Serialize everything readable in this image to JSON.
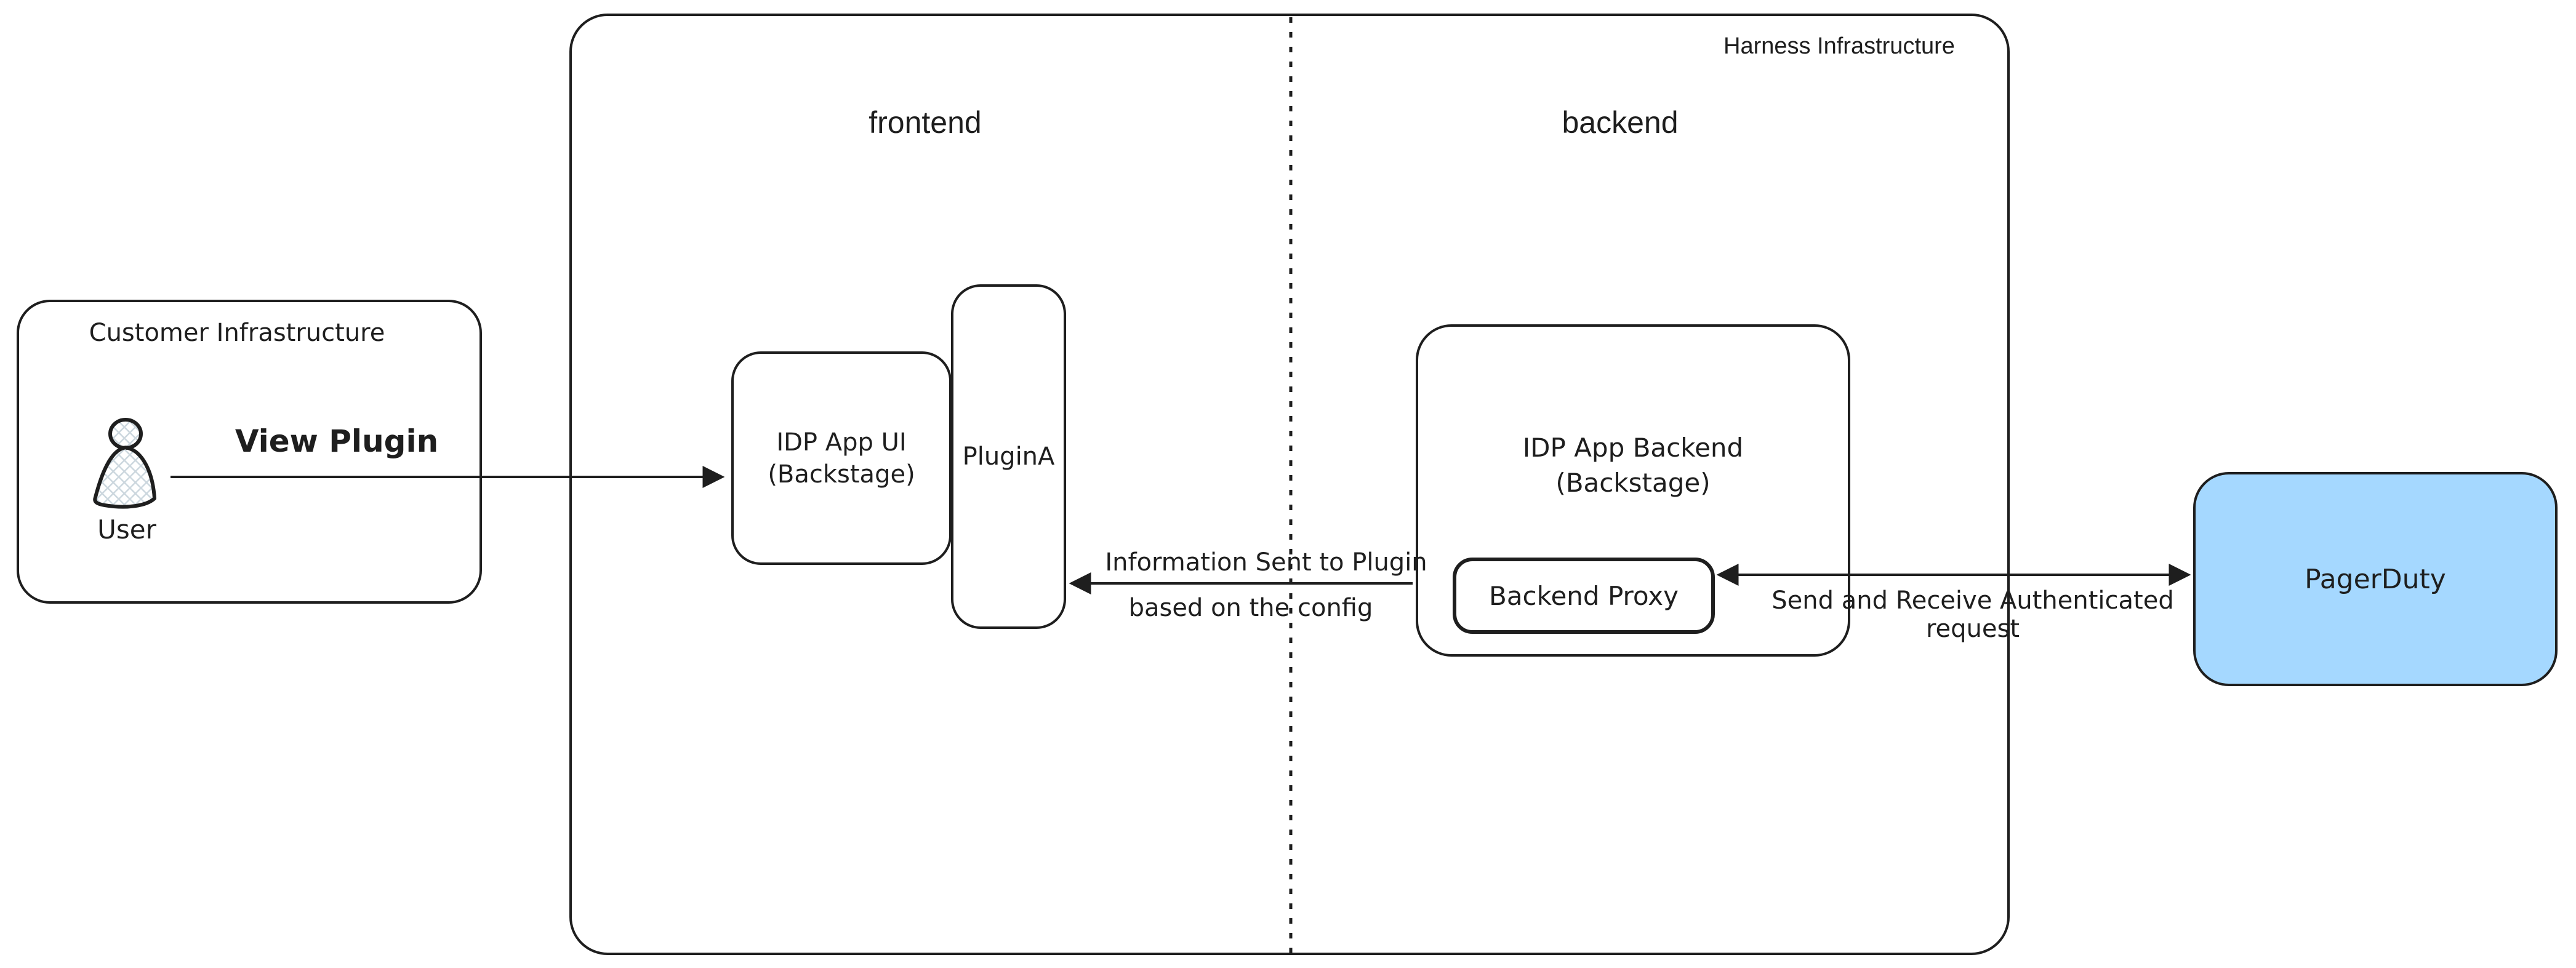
{
  "colors": {
    "ink": "#1e1e1e",
    "pagerduty_fill": "#a5d8ff",
    "hatch": "#ccd7de"
  },
  "harness": {
    "label": "Harness Infrastructure",
    "frontend_label": "frontend",
    "backend_label": "backend"
  },
  "customer": {
    "label": "Customer Infrastructure",
    "user_label": "User"
  },
  "nodes": {
    "idp_app_ui": {
      "line1": "IDP App UI",
      "line2": "(Backstage)"
    },
    "plugin_a": {
      "label": "PluginA"
    },
    "idp_app_backend": {
      "line1": "IDP App Backend",
      "line2": "(Backstage)"
    },
    "backend_proxy": {
      "label": "Backend Proxy"
    },
    "pagerduty": {
      "label": "PagerDuty"
    }
  },
  "edges": {
    "view_plugin": {
      "label": "View Plugin"
    },
    "info_sent": {
      "line1": "Information Sent to Plugin",
      "line2": "based on the config"
    },
    "send_receive": {
      "line1": "Send and Receive Authenticated",
      "line2": "request"
    }
  }
}
